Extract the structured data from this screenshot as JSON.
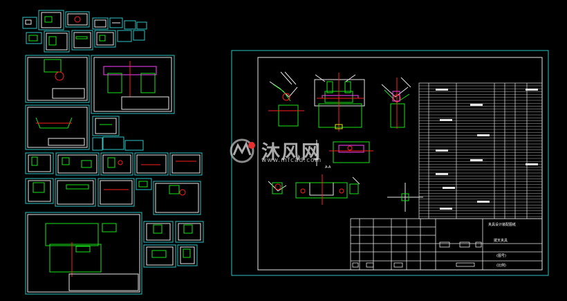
{
  "watermark": {
    "brand_cn": "沐风网",
    "url": "www.mfcad.com"
  },
  "drawing": {
    "title_block": {
      "project_title": "夹具设计装配图纸",
      "drawing_name": "拨叉夹具",
      "scale_note": "(比例)",
      "sheet_note": "(图号)"
    },
    "section_label": "A-A"
  },
  "colors": {
    "background": "#000000",
    "frame": "#2ec4c4",
    "inner_frame": "#e8e8e8",
    "part_green": "#19e619",
    "part_red": "#ff2020",
    "part_magenta": "#ff40ff",
    "part_yellow": "#e6e619"
  },
  "icons": [
    "mfcad-logo-icon"
  ]
}
